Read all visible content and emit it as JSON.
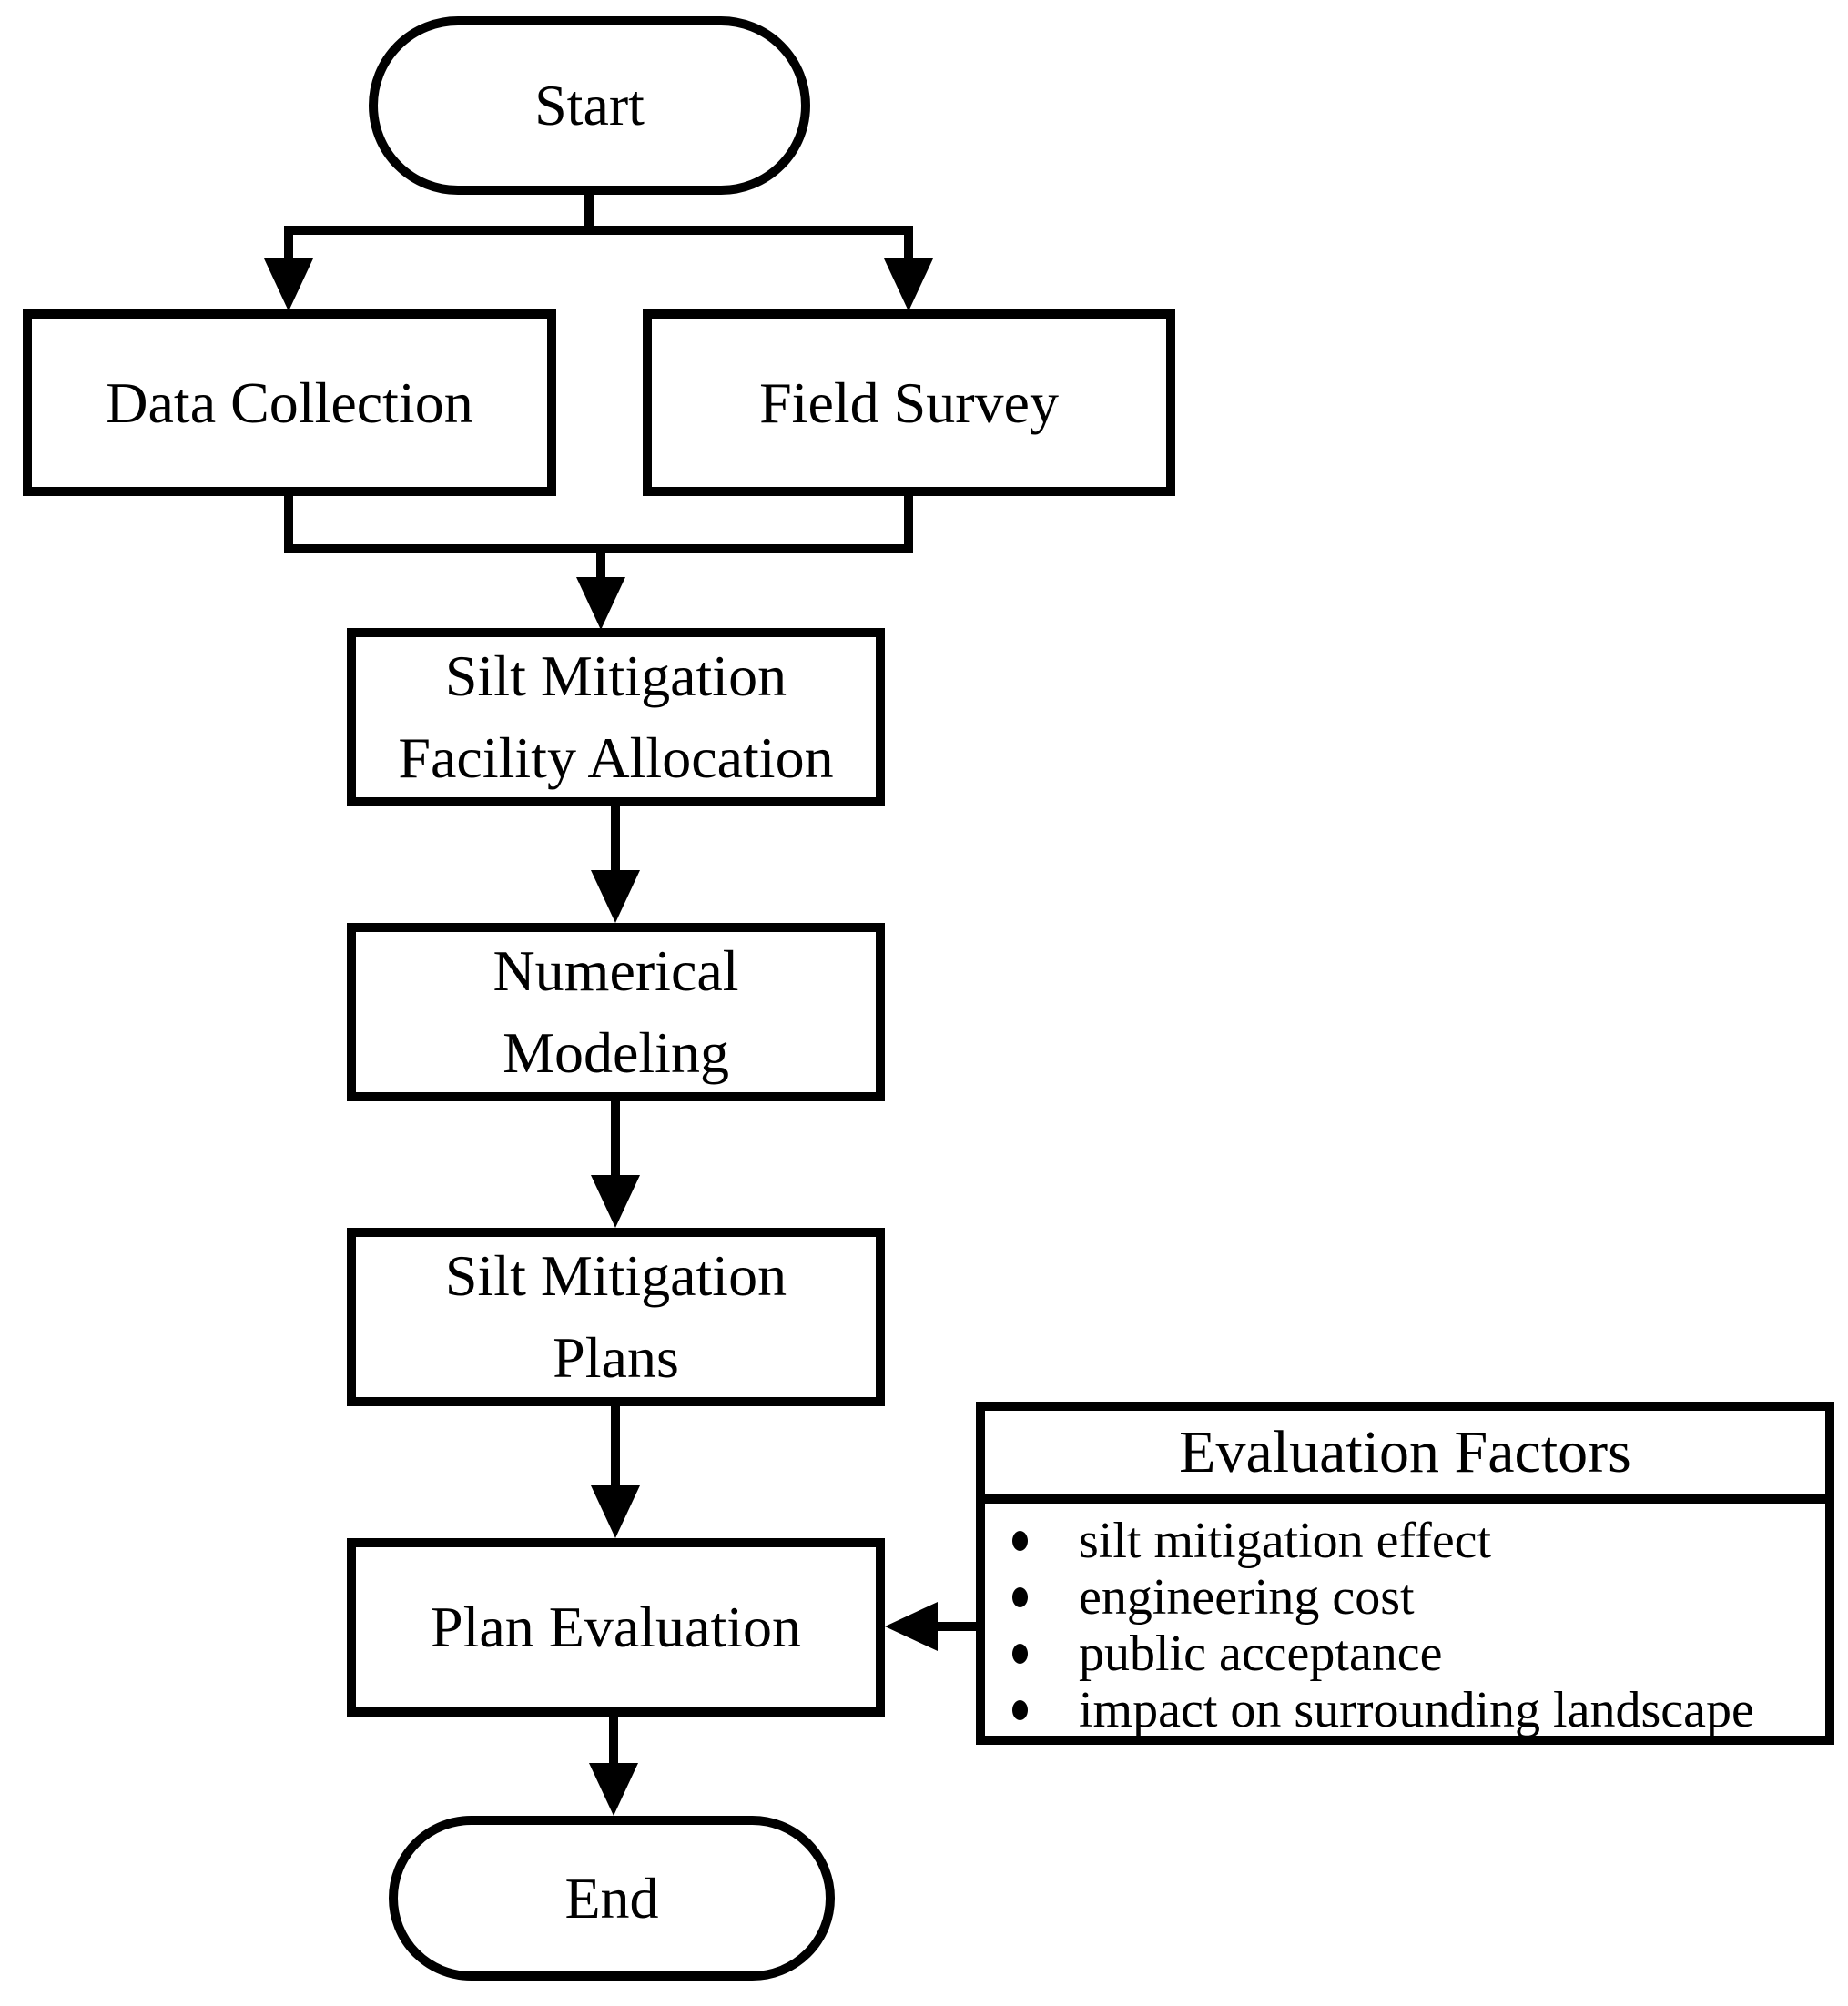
{
  "diagram": {
    "type": "flowchart",
    "colors": {
      "line": "#000000",
      "background": "#ffffff",
      "text": "#000000"
    },
    "nodes": {
      "start": {
        "label": "Start",
        "shape": "terminator"
      },
      "data_collection": {
        "label": "Data Collection",
        "shape": "process"
      },
      "field_survey": {
        "label": "Field Survey",
        "shape": "process"
      },
      "silt_mitigation_facility_allocation": {
        "lines": [
          "Silt Mitigation",
          "Facility Allocation"
        ],
        "shape": "process"
      },
      "numerical_modeling": {
        "lines": [
          "Numerical",
          "Modeling"
        ],
        "shape": "process"
      },
      "silt_mitigation_plans": {
        "lines": [
          "Silt Mitigation",
          "Plans"
        ],
        "shape": "process"
      },
      "plan_evaluation": {
        "label": "Plan Evaluation",
        "shape": "process"
      },
      "end": {
        "label": "End",
        "shape": "terminator"
      }
    },
    "evaluation_factors": {
      "title": "Evaluation Factors",
      "items": [
        "silt mitigation effect",
        "engineering cost",
        "public acceptance",
        "impact on surrounding landscape"
      ]
    },
    "edges": [
      "start -> data_collection",
      "start -> field_survey",
      "data_collection + field_survey -> silt_mitigation_facility_allocation",
      "silt_mitigation_facility_allocation -> numerical_modeling",
      "numerical_modeling -> silt_mitigation_plans",
      "silt_mitigation_plans -> plan_evaluation",
      "evaluation_factors -> plan_evaluation",
      "plan_evaluation -> end"
    ]
  }
}
